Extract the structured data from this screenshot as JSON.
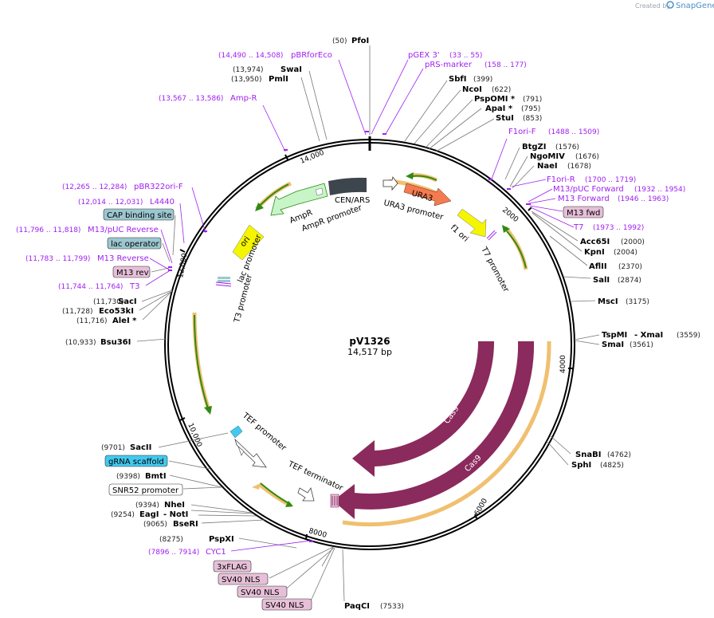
{
  "branding": {
    "created_by": "Created by",
    "app": "SnapGene"
  },
  "plasmid": {
    "name": "pV1326",
    "length": "14,517 bp"
  },
  "ticks": [
    "2000",
    "4000",
    "6000",
    "8000",
    "10,000",
    "12,000",
    "14,000"
  ],
  "sites": {
    "pfoi": {
      "name": "PfoI",
      "pos": "(50)"
    },
    "swai": {
      "name": "SwaI",
      "pos": "(13,974)"
    },
    "pmli": {
      "name": "PmlI",
      "pos": "(13,950)"
    },
    "sbfi": {
      "name": "SbfI",
      "pos": "(399)"
    },
    "ncoi": {
      "name": "NcoI",
      "pos": "(622)"
    },
    "pspomi": {
      "name": "PspOMI *",
      "pos": "(791)"
    },
    "apai": {
      "name": "ApaI *",
      "pos": "(795)"
    },
    "stui": {
      "name": "StuI",
      "pos": "(853)"
    },
    "btgzi": {
      "name": "BtgZI",
      "pos": "(1576)"
    },
    "ngomiv": {
      "name": "NgoMIV",
      "pos": "(1676)"
    },
    "naei": {
      "name": "NaeI",
      "pos": "(1678)"
    },
    "acc65i": {
      "name": "Acc65I",
      "pos": "(2000)"
    },
    "kpni": {
      "name": "KpnI",
      "pos": "(2004)"
    },
    "aflii": {
      "name": "AflII",
      "pos": "(2370)"
    },
    "sali": {
      "name": "SalI",
      "pos": "(2874)"
    },
    "msci": {
      "name": "MscI",
      "pos": "(3175)"
    },
    "tspmi": {
      "name": "TspMI",
      "sep": "- XmaI",
      "pos": "(3559)"
    },
    "smai": {
      "name": "SmaI",
      "pos": "(3561)"
    },
    "snabi": {
      "name": "SnaBI",
      "pos": "(4762)"
    },
    "sphi": {
      "name": "SphI",
      "pos": "(4825)"
    },
    "paqci": {
      "name": "PaqCI",
      "pos": "(7533)"
    },
    "pspxi": {
      "name": "PspXI",
      "pos": "(8275)"
    },
    "bseri": {
      "name": "BseRI",
      "pos": "(9065)"
    },
    "eagi": {
      "name": "EagI",
      "sep": "- NotI",
      "pos": "(9254)"
    },
    "nhei": {
      "name": "NheI",
      "pos": "(9394)"
    },
    "bmti": {
      "name": "BmtI",
      "pos": "(9398)"
    },
    "sacii": {
      "name": "SacII",
      "pos": "(9701)"
    },
    "bsu36i": {
      "name": "Bsu36I",
      "pos": "(10,933)"
    },
    "saci": {
      "name": "SacI",
      "pos": "(11,730)"
    },
    "eco53ki": {
      "name": "Eco53kI",
      "pos": "(11,728)"
    },
    "alei": {
      "name": "AleI *",
      "pos": "(11,716)"
    }
  },
  "primers": {
    "pbrforeco": {
      "name": "pBRforEco",
      "range": "(14,490 .. 14,508)"
    },
    "ampr": {
      "name": "Amp-R",
      "range": "(13,567 .. 13,586)"
    },
    "pgex3": {
      "name": "pGEX 3'",
      "range": "(33 .. 55)"
    },
    "prs": {
      "name": "pRS-marker",
      "range": "(158 .. 177)"
    },
    "f1orif": {
      "name": "F1ori-F",
      "range": "(1488 .. 1509)"
    },
    "f1orir": {
      "name": "F1ori-R",
      "range": "(1700 .. 1719)"
    },
    "m13pucf": {
      "name": "M13/pUC Forward",
      "range": "(1932 .. 1954)"
    },
    "m13f": {
      "name": "M13 Forward",
      "range": "(1946 .. 1963)"
    },
    "t7": {
      "name": "T7",
      "range": "(1973 .. 1992)"
    },
    "pbr322": {
      "name": "pBR322ori-F",
      "range": "(12,265 .. 12,284)"
    },
    "l4440": {
      "name": "L4440",
      "range": "(12,014 .. 12,031)"
    },
    "m13pucr": {
      "name": "M13/pUC Reverse",
      "range": "(11,796 .. 11,818)"
    },
    "m13r": {
      "name": "M13 Reverse",
      "range": "(11,783 .. 11,799)"
    },
    "t3": {
      "name": "T3",
      "range": "(11,744 .. 11,764)"
    },
    "cyc1": {
      "name": "CYC1",
      "range": "(7896 .. 7914)"
    }
  },
  "boxes": {
    "m13fwd": "M13 fwd",
    "cap": "CAP binding site",
    "lacop": "lac operator",
    "m13rev": "M13 rev",
    "grna": "gRNA scaffold",
    "snr52": "SNR52 promoter",
    "flag": "3xFLAG",
    "nls1": "SV40 NLS",
    "nls2": "SV40 NLS",
    "nls3": "SV40 NLS"
  },
  "features": {
    "ura3": "URA3",
    "ura3_promoter": "URA3 promoter",
    "f1ori": "f1 ori",
    "t7_promoter": "T7 promoter",
    "cen_ars": "CEN/ARS",
    "ampr": "AmpR",
    "ampr_promoter": "AmpR promoter",
    "ori": "ori",
    "lac_promoter": "lac promoter",
    "t3_promoter": "T3 promoter",
    "tef_promoter": "TEF promoter",
    "tef_terminator": "TEF terminator",
    "cas9_inner": "Cas9",
    "cas9_outer": "Cas9"
  },
  "colors": {
    "cas9": "#8b2a5c",
    "ura3": "#f47b4f",
    "ampr": "#c8f5c8",
    "f1ori": "#f5f500",
    "cen": "#3d454d",
    "green_arrow": "#2f8a12",
    "orange_halo": "#f0c070",
    "primer": "#a020f0",
    "box_teal": "#9cc7d0",
    "box_pink": "#e7bfd9",
    "box_cyan": "#43c9ef"
  }
}
